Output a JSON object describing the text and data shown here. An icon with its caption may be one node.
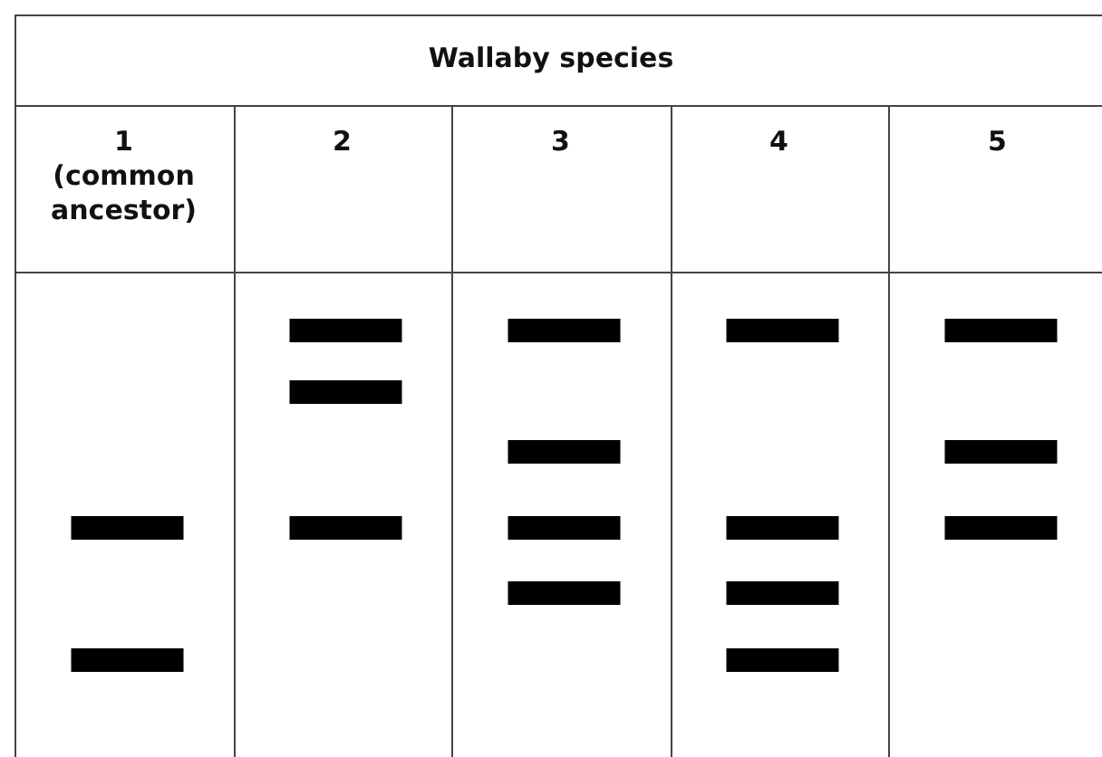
{
  "diagram": {
    "labels": [
      "Wallaby species",
      "1 (common ancestor)",
      "2",
      "3",
      "4",
      "5"
    ]
  }
}
